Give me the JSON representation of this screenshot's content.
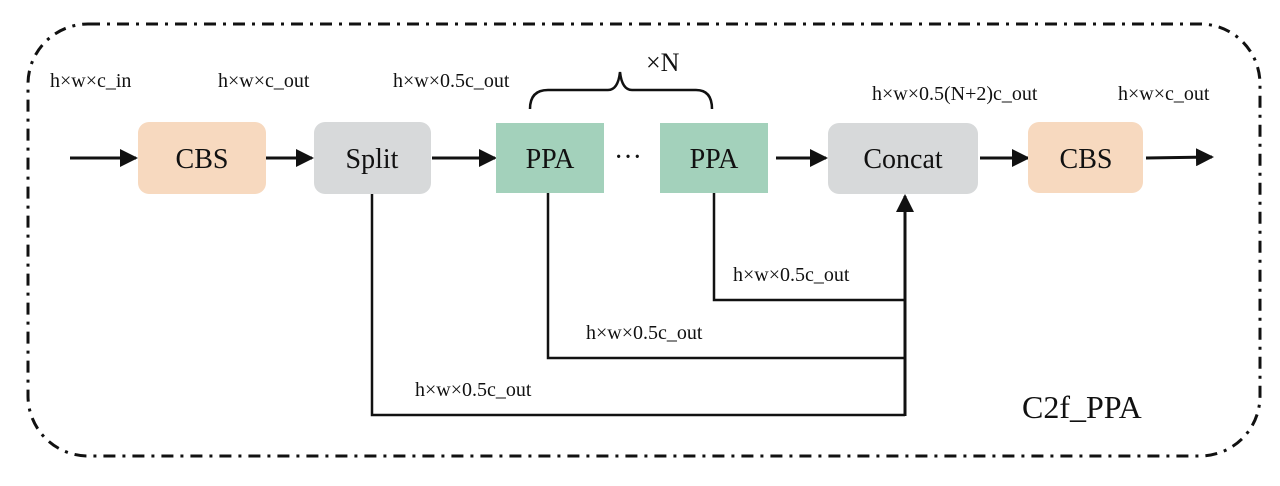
{
  "diagram": {
    "title": "C2f_PPA",
    "repeat_label": "×N",
    "ellipsis": "···",
    "colors": {
      "cbs": "#f7d9bf",
      "split": "#d7d9da",
      "ppa": "#a3d1bb",
      "concat": "#d7d9da",
      "stroke": "#111111"
    },
    "blocks": {
      "cbs_in": "CBS",
      "split": "Split",
      "ppa_first": "PPA",
      "ppa_last": "PPA",
      "concat": "Concat",
      "cbs_out": "CBS"
    },
    "labels": {
      "input": "h×w×c_in",
      "after_cbs": "h×w×c_out",
      "after_split": "h×w×0.5c_out",
      "after_concat": "h×w×0.5(N+2)c_out",
      "output": "h×w×c_out",
      "branch_ppa_last": "h×w×0.5c_out",
      "branch_ppa_first": "h×w×0.5c_out",
      "branch_split": "h×w×0.5c_out"
    }
  }
}
